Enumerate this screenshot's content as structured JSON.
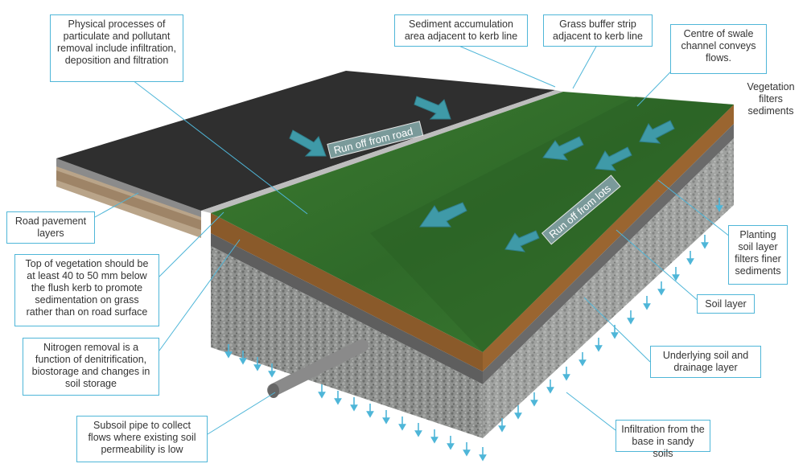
{
  "title": "Grass swale cross-section diagram",
  "colors": {
    "callout_border": "#4fb6d8",
    "leader_line": "#4fb6d8",
    "grass": "#3f7d34",
    "road": "#2e2e2e",
    "flow_arrow": "#3f9aa8",
    "infiltration_arrow": "#4fb6d8",
    "topsoil": "#8a5a2a",
    "gravel": "#8d8f8d"
  },
  "flow_labels": {
    "road": "Run off from road",
    "lots": "Run off from lots"
  },
  "callouts": {
    "physical_processes": "Physical processes of\nparticulate and pollutant\nremoval include infiltration,\ndeposition and filtration",
    "sediment_accumulation": "Sediment accumulation\narea adjacent to kerb line",
    "grass_buffer": "Grass buffer strip\nadjacent to kerb line",
    "centre_swale": "Centre of swale\nchannel conveys\nflows.",
    "vegetation_filters": "Vegetation\nfilters\nsediments",
    "road_pavement": "Road pavement\nlayers",
    "top_vegetation": "Top of vegetation should be\nat least 40 to 50 mm below\nthe flush kerb to promote\nsedimentation on grass\nrather than on road surface",
    "nitrogen_removal": "Nitrogen removal is a\nfunction of denitrification,\nbiostorage and changes in\nsoil storage",
    "subsoil_pipe": "Subsoil pipe to collect\nflows where existing soil\npermeability is low",
    "planting_soil": "Planting\nsoil layer\nfilters finer\nsediments",
    "soil_layer": "Soil layer",
    "underlying_soil": "Underlying soil and\ndrainage layer",
    "infiltration": "Infiltration from the\nbase in sandy soils"
  }
}
